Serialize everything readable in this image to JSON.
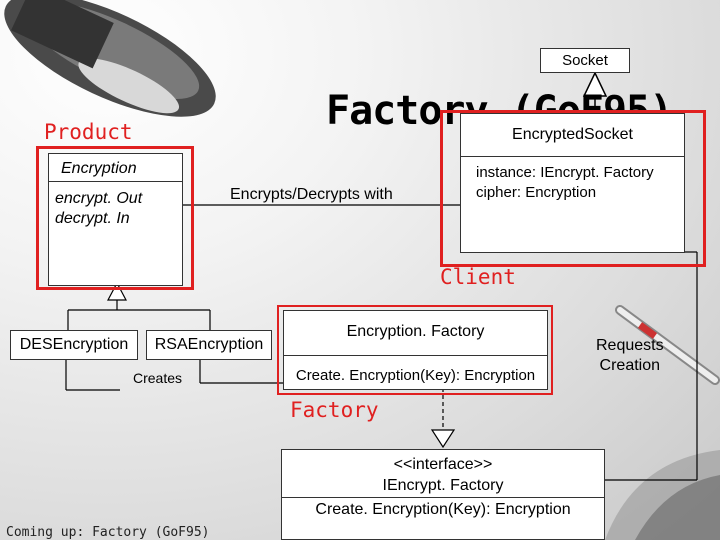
{
  "title": "Factory (GoF95)",
  "footer": "Coming up: Factory (GoF95)",
  "labels": {
    "product": "Product",
    "client": "Client",
    "factory": "Factory"
  },
  "classes": {
    "socket": {
      "name": "Socket"
    },
    "encrypted_socket": {
      "name": "EncryptedSocket",
      "attr1": "instance: IEncrypt. Factory",
      "attr2": "cipher: Encryption"
    },
    "encryption": {
      "name": "Encryption",
      "method1": "encrypt. Out",
      "method2": "decrypt. In"
    },
    "des": {
      "name": "DESEncryption"
    },
    "rsa": {
      "name": "RSAEncryption"
    },
    "encryption_factory": {
      "name": "Encryption. Factory",
      "method": "Create. Encryption(Key): Encryption"
    },
    "iencrypt_factory": {
      "stereotype": "<<interface>>",
      "name": "IEncrypt. Factory",
      "method": "Create. Encryption(Key): Encryption"
    }
  },
  "relations": {
    "encrypts_decrypts": "Encrypts/Decrypts with",
    "creates": "Creates",
    "requests_line1": "Requests",
    "requests_line2": "Creation"
  },
  "colors": {
    "highlight": "#e02020"
  },
  "icons": [
    "desk-lamp-icon",
    "pen-icon",
    "decorative-swirl-icon"
  ]
}
